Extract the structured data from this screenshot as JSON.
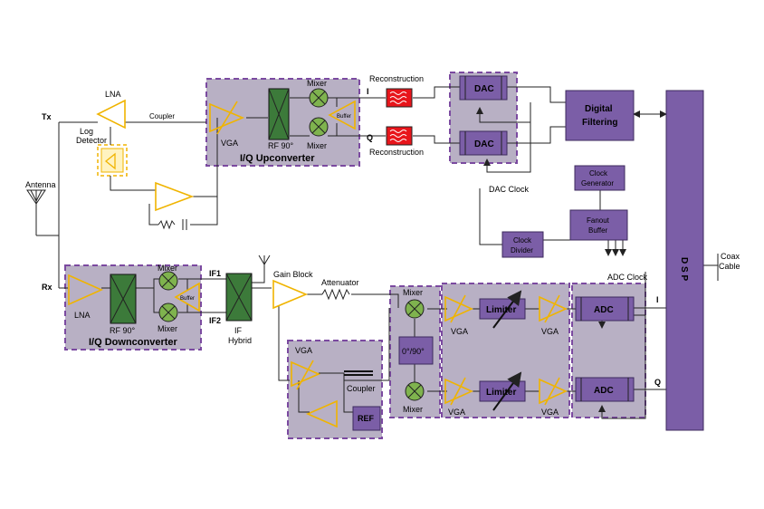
{
  "labels": {
    "tx": "Tx",
    "rx": "Rx",
    "antenna": "Antenna",
    "lna_top": "LNA",
    "coupler_top": "Coupler",
    "log_detector_1": "Log",
    "log_detector_2": "Detector",
    "vga_up": "VGA",
    "rf90_up": "RF 90°",
    "mixer_up_top": "Mixer",
    "mixer_up_bottom": "Mixer",
    "buffer_up": "Buffer",
    "upconverter_title": "I/Q Upconverter",
    "i_up": "I",
    "q_up": "Q",
    "reconstruction_top": "Reconstruction",
    "reconstruction_bottom": "Reconstruction",
    "dac_top": "DAC",
    "dac_bottom": "DAC",
    "dac_clock": "DAC Clock",
    "digital_filtering_1": "Digital",
    "digital_filtering_2": "Filtering",
    "clock_generator_1": "Clock",
    "clock_generator_2": "Generator",
    "fanout_buffer_1": "Fanout",
    "fanout_buffer_2": "Buffer",
    "clock_divider_1": "Clock",
    "clock_divider_2": "Divider",
    "adc_clock": "ADC Clock",
    "dsp": "D S P",
    "coax_1": "Coax",
    "coax_2": "Cable",
    "lna_down": "LNA",
    "rf90_down": "RF 90°",
    "mixer_down_top": "Mixer",
    "mixer_down_bottom": "Mixer",
    "buffer_down": "Buffer",
    "downconverter_title": "I/Q Downconverter",
    "if1": "IF1",
    "if2": "IF2",
    "if_hybrid_1": "IF",
    "if_hybrid_2": "Hybrid",
    "gain_block": "Gain Block",
    "attenuator": "Attenuator",
    "vga_agc": "VGA",
    "coupler_agc": "Coupler",
    "ref": "REF",
    "mixer_q_top": "Mixer",
    "mixer_q_bottom": "Mixer",
    "phase_0_90": "0°/90°",
    "vga_lim_in_top": "VGA",
    "vga_lim_in_bottom": "VGA",
    "limiter_top": "Limiter",
    "limiter_bottom": "Limiter",
    "vga_lim_out_top": "VGA",
    "vga_lim_out_bottom": "VGA",
    "adc_top": "ADC",
    "adc_bottom": "ADC",
    "i_rx": "I",
    "q_rx": "Q"
  },
  "colors": {
    "purple_block": "#7b5ea7",
    "dashed_group_fill": "#b8b0c4",
    "dashed_group_border": "#7b4aa0",
    "amplifier": "#f0b400",
    "mixer_fill": "#7fb34e",
    "rf90_fill": "#3c7a3a",
    "filter_red": "#e8151b"
  }
}
